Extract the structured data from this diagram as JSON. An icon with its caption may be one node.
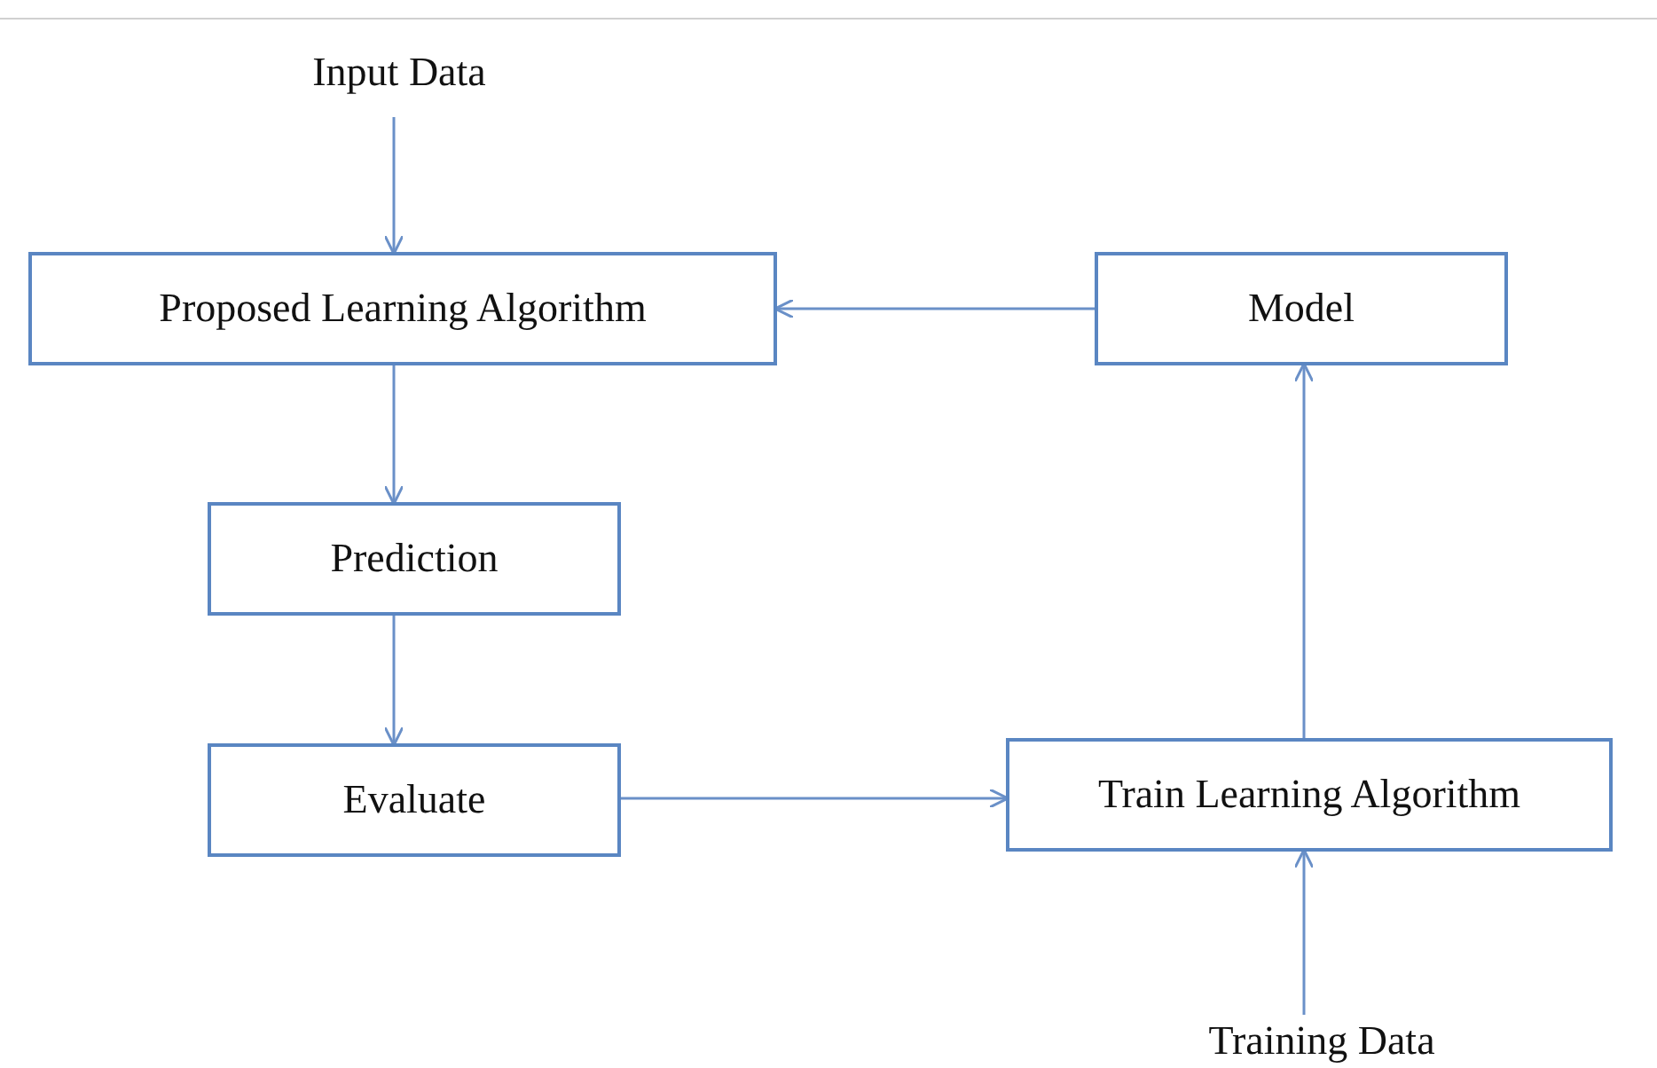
{
  "diagram": {
    "nodes": [
      {
        "text": [
          "Input Data"
        ]
      },
      {
        "text": [
          "Proposed Learning Algorithm"
        ]
      },
      {
        "text": [
          "Model"
        ]
      },
      {
        "text": [
          "Prediction"
        ]
      },
      {
        "text": [
          "Evaluate"
        ]
      },
      {
        "text": [
          "Train Learning Algorithm"
        ]
      },
      {
        "text": [
          "Training Data"
        ]
      }
    ],
    "edges": [
      {
        "from": 0,
        "to": 1,
        "arrow": "to"
      },
      {
        "from": 2,
        "to": 1,
        "arrow": "to"
      },
      {
        "from": 1,
        "to": 3,
        "arrow": "to"
      },
      {
        "from": 3,
        "to": 4,
        "arrow": "to"
      },
      {
        "from": 4,
        "to": 5,
        "arrow": "to"
      },
      {
        "from": 5,
        "to": 2,
        "arrow": "to"
      },
      {
        "from": 6,
        "to": 5,
        "arrow": "to"
      }
    ]
  }
}
